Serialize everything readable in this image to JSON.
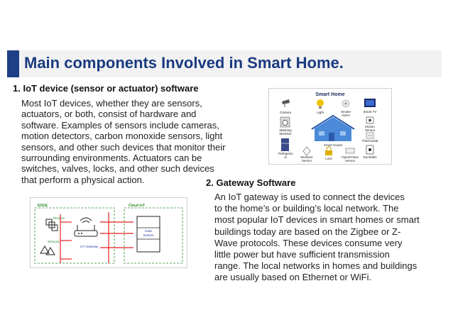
{
  "slide": {
    "title": "Main components Involved in Smart Home.",
    "section1": {
      "heading": "1. IoT device (sensor or actuator) software",
      "lines": [
        "Most IoT devices, whether they are sensors,",
        "actuators, or  both, consist of hardware and",
        "software. Examples of sensors include cameras,",
        "motion detectors, carbon monoxide sensors, light",
        "sensors, and other such devices that monitor their",
        "surrounding environments. Actuators can be",
        "switches, valves, locks, and other such devices",
        "that perform a physical action."
      ]
    },
    "section2": {
      "heading": "2. Gateway Software",
      "lines": [
        "An IoT gateway is used to connect the devices",
        "to the home’s or building’s local network. The",
        "most popular IoT devices in smart homes or smart",
        "buildings today are based on the Zigbee or Z-",
        "Wave protocols. These devices consume very",
        "little power but have sufficient transmission",
        "range. The local networks in homes and buildings",
        "are usually based on Ethernet or WiFi."
      ]
    }
  },
  "smarthome_figure": {
    "title": "Smart Home",
    "center_label": "Smart House",
    "labels": {
      "camera": "Camera",
      "light": "Light",
      "smoke1": "Smoke",
      "smoke2": "Alarm",
      "smarttv": "Smart TV",
      "washing1": "Washing",
      "washing2": "Machine",
      "motion1": "Motion",
      "motion2": "Sensor",
      "thermostat": "Thermostat",
      "refrig1": "Refrigerat",
      "refrig2": "or",
      "moisture1": "Moisture",
      "moisture2": "Sensor",
      "lock": "Lock",
      "opencl1": "Open/Close",
      "opencl2": "Sensor",
      "doorbells": "Doorbells"
    }
  },
  "gateway_figure": {
    "edge": "EDGE",
    "devices": "Devices",
    "sensors": "Sensors",
    "iot_gateway": "IoT Gateway",
    "cloud_iot": "Cloud IoT",
    "data1": "Data",
    "data2": "System"
  },
  "colors": {
    "title": "#1a3a80",
    "accent_bar": "#1f3f87",
    "arrow_red": "#e02020",
    "label_green": "#2e8b2e",
    "label_blue": "#2a3fa0"
  }
}
